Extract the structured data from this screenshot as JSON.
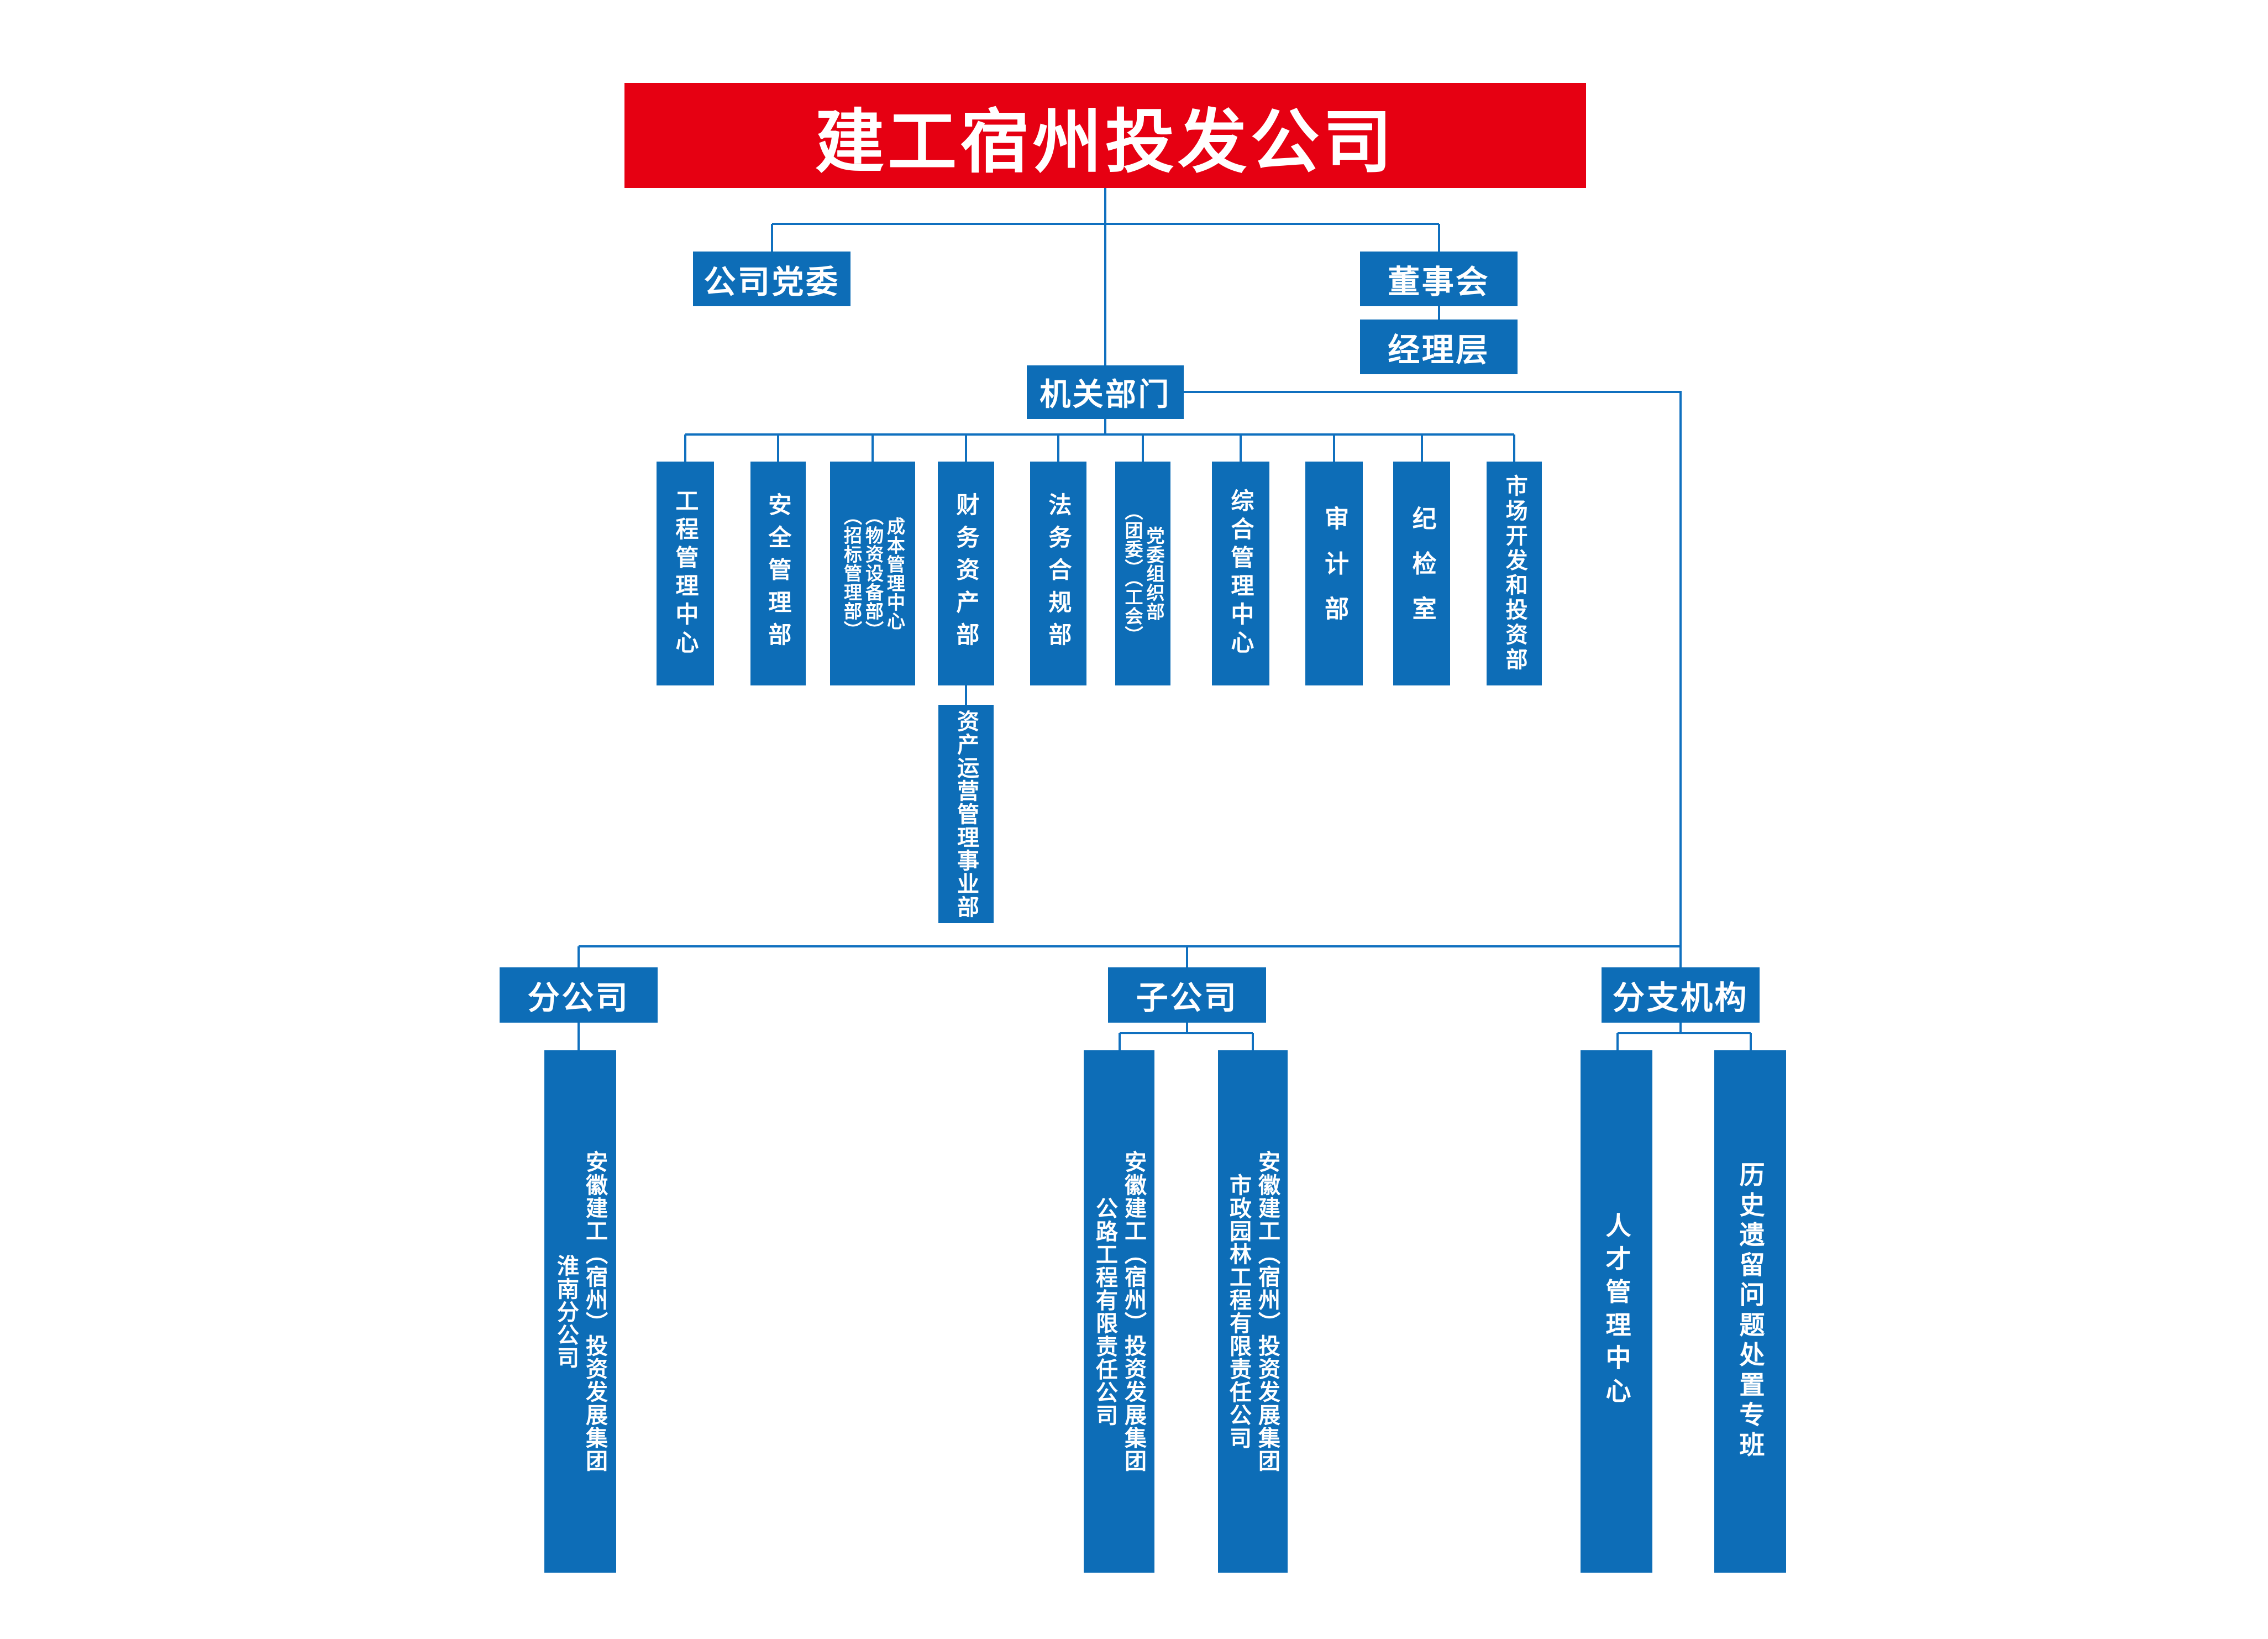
{
  "colors": {
    "header_red": "#e60012",
    "box_blue": "#0d6db7",
    "connector_blue": "#1070bf",
    "text_white": "#ffffff"
  },
  "title": {
    "label": "建工宿州投发公司"
  },
  "level2": {
    "party_committee": {
      "label": "公司党委"
    },
    "board": {
      "label": "董事会"
    },
    "management": {
      "label": "经理层"
    }
  },
  "organ": {
    "label": "机关部门",
    "departments": [
      {
        "name": "engineering-management-center",
        "lines": [
          "工程管理中心"
        ]
      },
      {
        "name": "safety-management-dept",
        "lines": [
          "安全管理部"
        ]
      },
      {
        "name": "cost-management-center",
        "lines": [
          "成本管理中心",
          "（物资设备部）",
          "（招标管理部）"
        ]
      },
      {
        "name": "finance-assets-dept",
        "lines": [
          "财务资产部"
        ]
      },
      {
        "name": "legal-compliance-dept",
        "lines": [
          "法务合规部"
        ]
      },
      {
        "name": "party-organization-dept",
        "lines": [
          "党委组织部",
          "（团委）（工会）"
        ]
      },
      {
        "name": "general-management-center",
        "lines": [
          "综合管理中心"
        ]
      },
      {
        "name": "audit-dept",
        "lines": [
          "审计部"
        ]
      },
      {
        "name": "discipline-inspection-office",
        "lines": [
          "纪检室"
        ]
      },
      {
        "name": "market-development-investment-dept",
        "lines": [
          "市场开发和投资部"
        ]
      }
    ]
  },
  "asset_operations_division": {
    "lines": [
      "资产运营管理事业部"
    ]
  },
  "branches": {
    "branch_company": {
      "label": "分公司",
      "children": [
        {
          "name": "huainan-branch",
          "lines": [
            "安徽建工（宿州）投资发展集团",
            "淮南分公司"
          ]
        }
      ]
    },
    "subsidiaries": {
      "label": "子公司",
      "children": [
        {
          "name": "highway-engineering-co",
          "lines": [
            "安徽建工（宿州）投资发展集团",
            "公路工程有限责任公司"
          ]
        },
        {
          "name": "municipal-garden-engineering-co",
          "lines": [
            "安徽建工（宿州）投资发展集团",
            "市政园林工程有限责任公司"
          ]
        }
      ]
    },
    "branch_institutions": {
      "label": "分支机构",
      "children": [
        {
          "name": "talent-management-center",
          "lines": [
            "人才管理中心"
          ]
        },
        {
          "name": "historical-issues-task-force",
          "lines": [
            "历史遗留问题处置专班"
          ]
        }
      ]
    }
  }
}
